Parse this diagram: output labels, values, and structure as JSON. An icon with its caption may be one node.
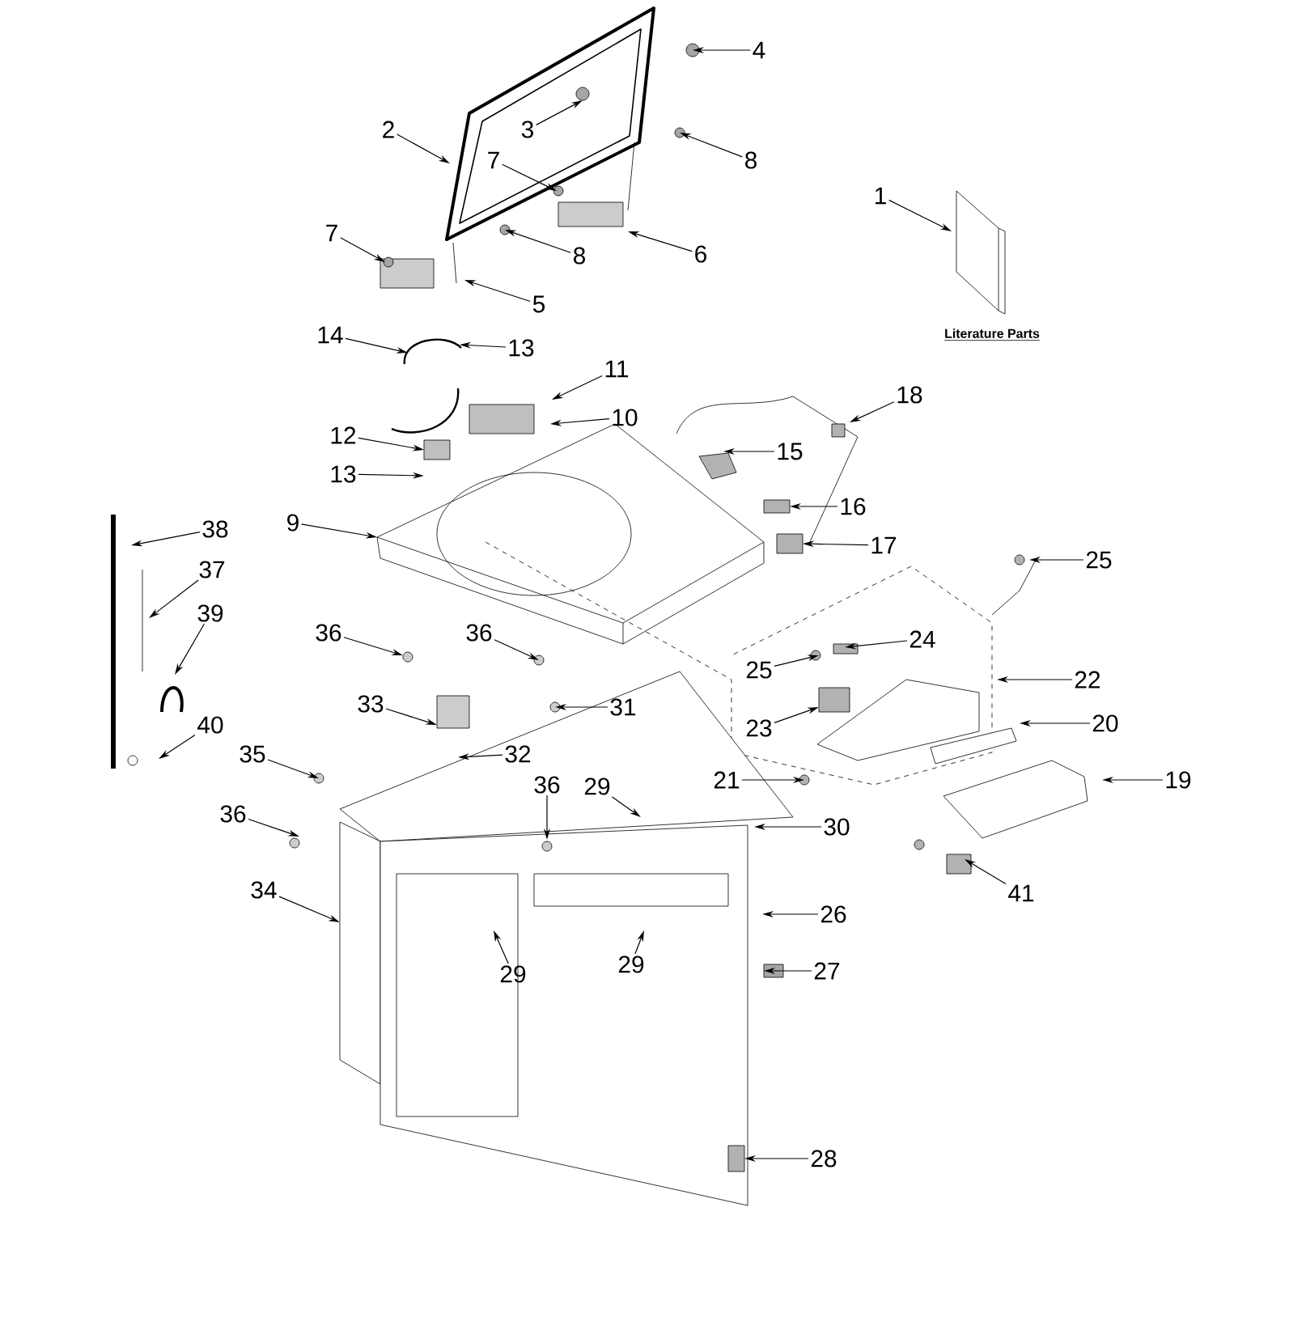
{
  "diagram": {
    "nodes": [
      {
        "text": [
          "4"
        ]
      },
      {
        "text": [
          "3"
        ]
      },
      {
        "text": [
          "2"
        ]
      },
      {
        "text": [
          "8"
        ]
      },
      {
        "text": [
          "7"
        ]
      },
      {
        "text": [
          "1"
        ]
      },
      {
        "text": [
          "7"
        ]
      },
      {
        "text": [
          "8"
        ]
      },
      {
        "text": [
          "6"
        ]
      },
      {
        "text": [
          "5"
        ]
      },
      {
        "text": [
          "14"
        ]
      },
      {
        "text": [
          "13"
        ]
      },
      {
        "text": [
          "11"
        ]
      },
      {
        "text": [
          "10"
        ]
      },
      {
        "text": [
          "12"
        ]
      },
      {
        "text": [
          "13"
        ]
      },
      {
        "text": [
          "18"
        ]
      },
      {
        "text": [
          "15"
        ]
      },
      {
        "text": [
          "16"
        ]
      },
      {
        "text": [
          "17"
        ]
      },
      {
        "text": [
          "9"
        ]
      },
      {
        "text": [
          "38"
        ]
      },
      {
        "text": [
          "37"
        ]
      },
      {
        "text": [
          "39"
        ]
      },
      {
        "text": [
          "25"
        ]
      },
      {
        "text": [
          "36"
        ]
      },
      {
        "text": [
          "36"
        ]
      },
      {
        "text": [
          "33"
        ]
      },
      {
        "text": [
          "25"
        ]
      },
      {
        "text": [
          "24"
        ]
      },
      {
        "text": [
          "31"
        ]
      },
      {
        "text": [
          "23"
        ]
      },
      {
        "text": [
          "22"
        ]
      },
      {
        "text": [
          "40"
        ]
      },
      {
        "text": [
          "32"
        ]
      },
      {
        "text": [
          "35"
        ]
      },
      {
        "text": [
          "20"
        ]
      },
      {
        "text": [
          "21"
        ]
      },
      {
        "text": [
          "19"
        ]
      },
      {
        "text": [
          "36"
        ]
      },
      {
        "text": [
          "36"
        ]
      },
      {
        "text": [
          "29"
        ]
      },
      {
        "text": [
          "30"
        ]
      },
      {
        "text": [
          "34"
        ]
      },
      {
        "text": [
          "41"
        ]
      },
      {
        "text": [
          "26"
        ]
      },
      {
        "text": [
          "29"
        ]
      },
      {
        "text": [
          "29"
        ]
      },
      {
        "text": [
          "27"
        ]
      },
      {
        "text": [
          "28"
        ]
      }
    ],
    "edges": [
      {
        "from": 0,
        "to": null,
        "arrow": "to"
      },
      {
        "from": 1,
        "to": null,
        "arrow": "to"
      },
      {
        "from": 2,
        "to": null,
        "arrow": "to"
      },
      {
        "from": 3,
        "to": null,
        "arrow": "to"
      },
      {
        "from": 4,
        "to": null,
        "arrow": "to"
      },
      {
        "from": 5,
        "to": null,
        "arrow": "to"
      },
      {
        "from": 6,
        "to": null,
        "arrow": "to"
      },
      {
        "from": 7,
        "to": null,
        "arrow": "to"
      },
      {
        "from": 8,
        "to": null,
        "arrow": "to"
      },
      {
        "from": 9,
        "to": null,
        "arrow": "to"
      },
      {
        "from": 10,
        "to": null,
        "arrow": "to"
      },
      {
        "from": 11,
        "to": null,
        "arrow": "to"
      },
      {
        "from": 12,
        "to": null,
        "arrow": "to"
      },
      {
        "from": 13,
        "to": null,
        "arrow": "to"
      },
      {
        "from": 14,
        "to": null,
        "arrow": "to"
      },
      {
        "from": 15,
        "to": null,
        "arrow": "to"
      },
      {
        "from": 16,
        "to": null,
        "arrow": "to"
      },
      {
        "from": 17,
        "to": null,
        "arrow": "to"
      },
      {
        "from": 18,
        "to": null,
        "arrow": "to"
      },
      {
        "from": 19,
        "to": null,
        "arrow": "to"
      },
      {
        "from": 20,
        "to": null,
        "arrow": "to"
      },
      {
        "from": 21,
        "to": null,
        "arrow": "to"
      },
      {
        "from": 22,
        "to": null,
        "arrow": "to"
      },
      {
        "from": 23,
        "to": null,
        "arrow": "to"
      },
      {
        "from": 24,
        "to": null,
        "arrow": "to"
      },
      {
        "from": 25,
        "to": null,
        "arrow": "to"
      },
      {
        "from": 26,
        "to": null,
        "arrow": "to"
      },
      {
        "from": 27,
        "to": null,
        "arrow": "to"
      },
      {
        "from": 28,
        "to": null,
        "arrow": "to"
      },
      {
        "from": 29,
        "to": null,
        "arrow": "to"
      },
      {
        "from": 30,
        "to": null,
        "arrow": "to"
      },
      {
        "from": 31,
        "to": null,
        "arrow": "to"
      },
      {
        "from": 32,
        "to": null,
        "arrow": "to"
      },
      {
        "from": 33,
        "to": null,
        "arrow": "to"
      },
      {
        "from": 34,
        "to": null,
        "arrow": "to"
      },
      {
        "from": 35,
        "to": null,
        "arrow": "to"
      },
      {
        "from": 36,
        "to": null,
        "arrow": "to"
      },
      {
        "from": 37,
        "to": null,
        "arrow": "to"
      },
      {
        "from": 38,
        "to": null,
        "arrow": "to"
      },
      {
        "from": 39,
        "to": null,
        "arrow": "to"
      },
      {
        "from": 40,
        "to": null,
        "arrow": "to"
      },
      {
        "from": 41,
        "to": null,
        "arrow": "to"
      },
      {
        "from": 42,
        "to": null,
        "arrow": "to"
      },
      {
        "from": 43,
        "to": null,
        "arrow": "to"
      },
      {
        "from": 44,
        "to": null,
        "arrow": "to"
      },
      {
        "from": 45,
        "to": null,
        "arrow": "to"
      },
      {
        "from": 46,
        "to": null,
        "arrow": "to"
      },
      {
        "from": 47,
        "to": null,
        "arrow": "to"
      },
      {
        "from": 48,
        "to": null,
        "arrow": "to"
      },
      {
        "from": 49,
        "to": null,
        "arrow": "to"
      }
    ],
    "labels": [
      "Literature Parts"
    ]
  }
}
